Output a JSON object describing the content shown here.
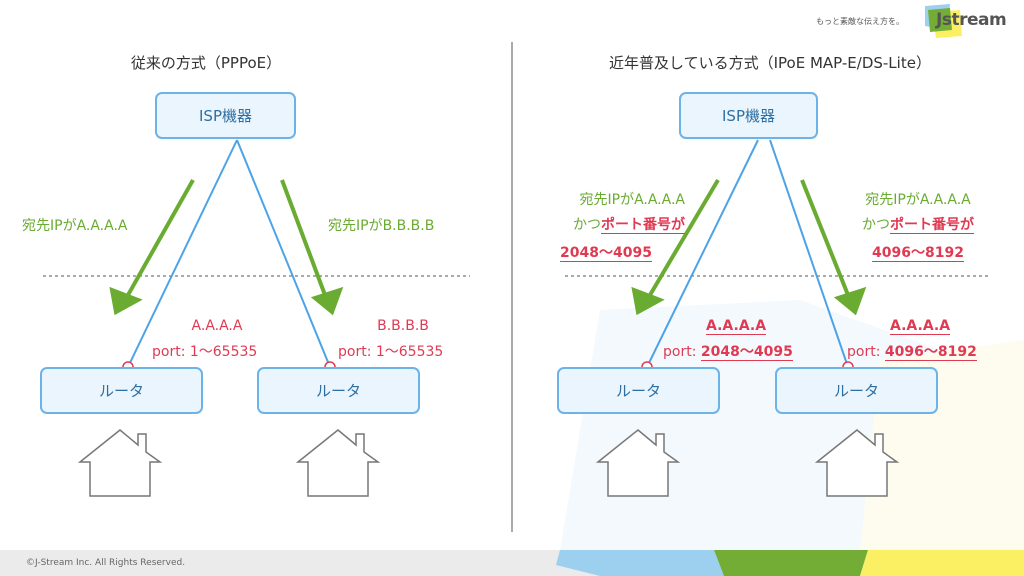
{
  "header": {
    "tagline": "もっと素敵な伝え方を。",
    "logo_text": "Jstream"
  },
  "left": {
    "title": "従来の方式（PPPoE）",
    "isp_label": "ISP機器",
    "router_label": "ルータ",
    "dest_a": "宛先IPがA.A.A.A",
    "dest_b": "宛先IPがB.B.B.B",
    "router1_ip": "A.A.A.A",
    "router1_port": "port: 1〜65535",
    "router2_ip": "B.B.B.B",
    "router2_port": "port: 1〜65535"
  },
  "right": {
    "title": "近年普及している方式（IPoE MAP-E/DS-Lite）",
    "isp_label": "ISP機器",
    "router_label": "ルータ",
    "dest1_line1": "宛先IPがA.A.A.A",
    "dest1_prefix": "かつ",
    "dest1_port_word": "ポート番号が",
    "dest1_range": "2048〜4095",
    "dest2_line1": "宛先IPがA.A.A.A",
    "dest2_prefix": "かつ",
    "dest2_port_word": "ポート番号が",
    "dest2_range": "4096〜8192",
    "router1_ip": "A.A.A.A",
    "port_label": "port:",
    "router1_range": "2048〜4095",
    "router2_ip": "A.A.A.A",
    "router2_range": "4096〜8192"
  },
  "footer": {
    "copyright": "©J-Stream Inc. All Rights Reserved."
  },
  "colors": {
    "blue": "#6db3e8",
    "green": "#6aab32",
    "red": "#e03a52"
  }
}
